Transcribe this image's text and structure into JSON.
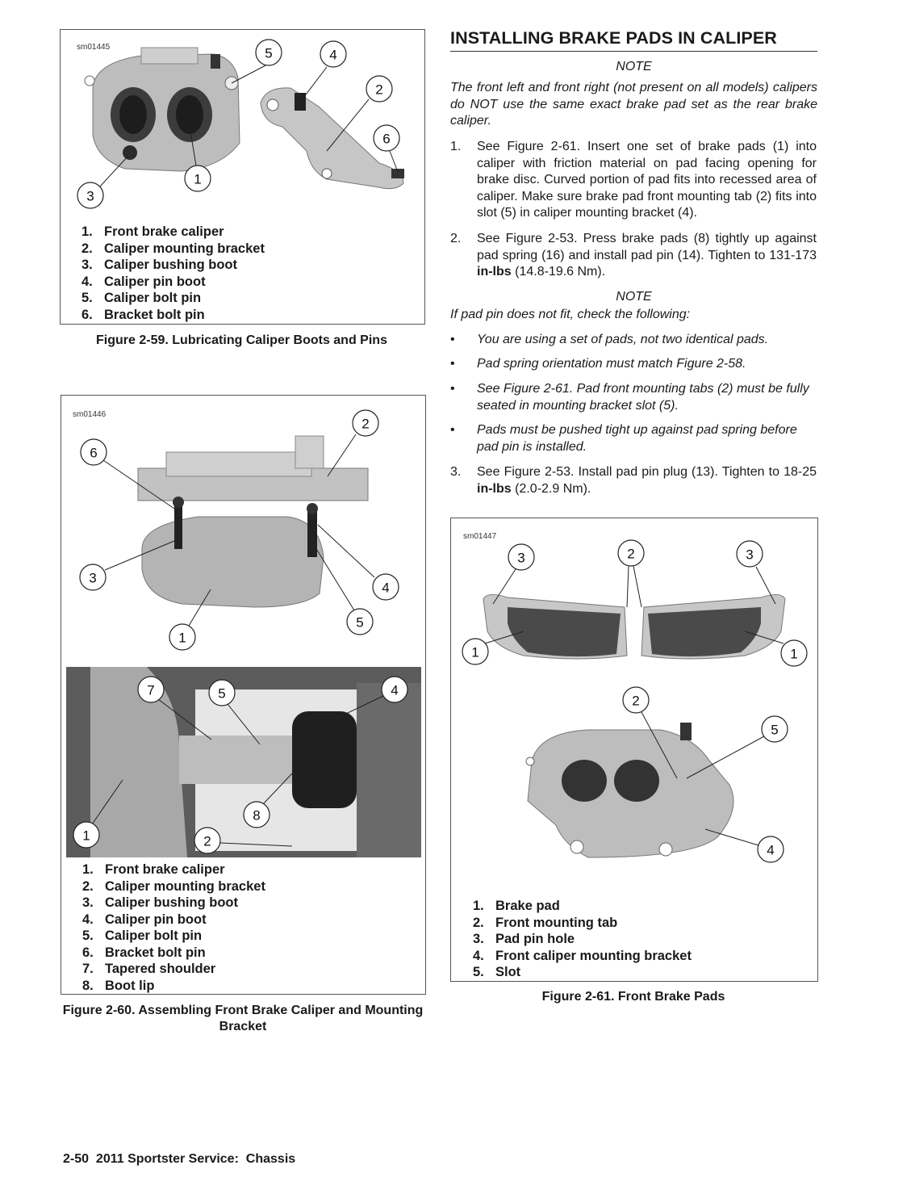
{
  "fig59": {
    "id": "sm01445",
    "legend": [
      {
        "n": "1.",
        "label": "Front brake caliper"
      },
      {
        "n": "2.",
        "label": "Caliper mounting bracket"
      },
      {
        "n": "3.",
        "label": "Caliper bushing boot"
      },
      {
        "n": "4.",
        "label": "Caliper pin boot"
      },
      {
        "n": "5.",
        "label": "Caliper bolt pin"
      },
      {
        "n": "6.",
        "label": "Bracket bolt pin"
      }
    ],
    "caption": "Figure 2-59. Lubricating Caliper Boots and Pins"
  },
  "fig60": {
    "id": "sm01446",
    "legend": [
      {
        "n": "1.",
        "label": "Front brake caliper"
      },
      {
        "n": "2.",
        "label": "Caliper mounting bracket"
      },
      {
        "n": "3.",
        "label": "Caliper bushing boot"
      },
      {
        "n": "4.",
        "label": "Caliper pin boot"
      },
      {
        "n": "5.",
        "label": "Caliper bolt pin"
      },
      {
        "n": "6.",
        "label": "Bracket bolt pin"
      },
      {
        "n": "7.",
        "label": "Tapered shoulder"
      },
      {
        "n": "8.",
        "label": "Boot lip"
      }
    ],
    "caption_line1": "Figure 2-60. Assembling Front Brake Caliper and Mounting",
    "caption_line2": "Bracket"
  },
  "fig61": {
    "id": "sm01447",
    "legend": [
      {
        "n": "1.",
        "label": "Brake pad"
      },
      {
        "n": "2.",
        "label": "Front mounting tab"
      },
      {
        "n": "3.",
        "label": "Pad pin hole"
      },
      {
        "n": "4.",
        "label": "Front caliper mounting bracket"
      },
      {
        "n": "5.",
        "label": "Slot"
      }
    ],
    "caption": "Figure 2-61. Front Brake Pads"
  },
  "section": {
    "heading": "INSTALLING BRAKE PADS IN CALIPER",
    "note1_label": "NOTE",
    "note1_text": "The front left and front right (not present on all models) calipers do NOT use the same exact brake pad set as the rear brake caliper.",
    "step1_num": "1.",
    "step1_text": "See Figure 2-61. Insert one set of brake pads (1) into caliper with friction material on pad facing opening for brake disc. Curved portion of pad fits into recessed area of caliper. Make sure brake pad front mounting tab (2) fits into slot (5) in caliper mounting bracket (4).",
    "step2_num": "2.",
    "step2_text_a": "See Figure 2-53. Press brake pads (8) tightly up against pad spring (16) and install pad pin (14). Tighten to 131-173 ",
    "step2_bold": "in-lbs",
    "step2_text_b": " (14.8-19.6 Nm).",
    "note2_label": "NOTE",
    "note2_text": "If pad pin does not fit, check the following:",
    "bullets": [
      "You are using a set of pads, not two identical pads.",
      "Pad spring orientation must match Figure 2-58.",
      "See Figure 2-61. Pad front mounting tabs (2) must be fully seated in mounting bracket slot (5).",
      "Pads must be pushed tight up against pad spring before pad pin is installed."
    ],
    "bullet_char": "•",
    "step3_num": "3.",
    "step3_text_a": "See Figure 2-53. Install pad pin plug (13). Tighten to 18-25 ",
    "step3_bold": "in-lbs",
    "step3_text_b": " (2.0-2.9 Nm)."
  },
  "footer": "2-50  2011 Sportster Service:  Chassis",
  "callouts": {
    "fig59": [
      "5",
      "4",
      "2",
      "6",
      "1",
      "3"
    ],
    "fig60_top": [
      "2",
      "6",
      "3",
      "4",
      "5",
      "1"
    ],
    "fig60_bottom": [
      "7",
      "5",
      "4",
      "8",
      "1",
      "2"
    ],
    "fig61_top": [
      "3",
      "2",
      "3",
      "1",
      "1"
    ],
    "fig61_bottom": [
      "2",
      "5",
      "4"
    ]
  },
  "colors": {
    "text": "#1a1a1a",
    "rule": "#333333",
    "metal": "#b9b9b9",
    "metal_dark": "#6e6e6e"
  }
}
